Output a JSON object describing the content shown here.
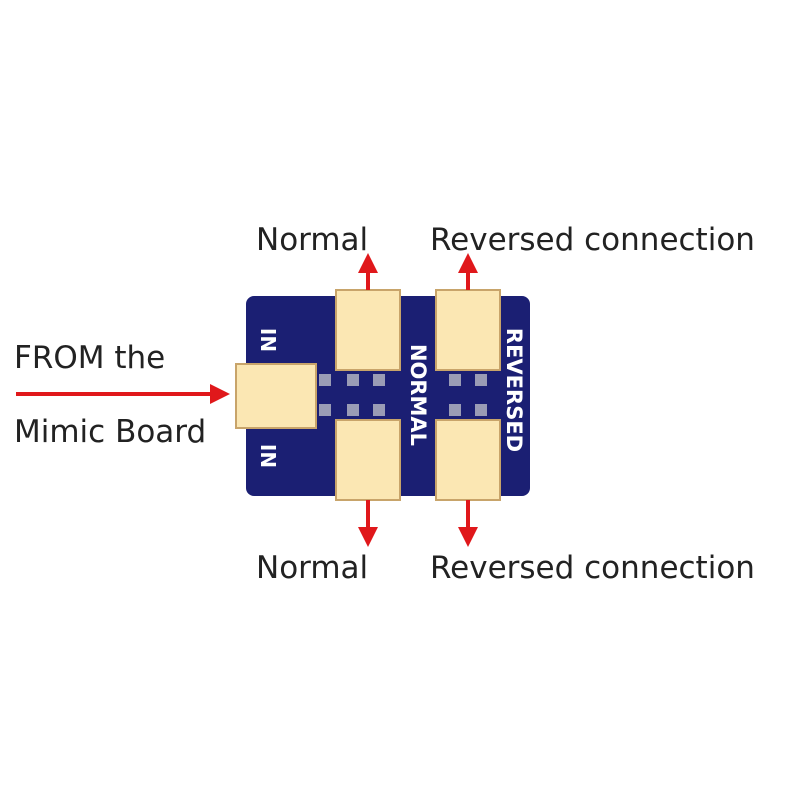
{
  "labels": {
    "from_line1": "FROM the",
    "from_line2": "Mimic Board",
    "top_left": "Normal",
    "top_right": "Reversed connection",
    "bottom_left": "Normal",
    "bottom_right": "Reversed connection"
  },
  "board": {
    "in_top": "IN",
    "in_bottom": "IN",
    "normal": "NORMAL",
    "reversed": "REVERSED"
  },
  "colors": {
    "board": "#1b1f73",
    "connector": "#fbe7b3",
    "connector_border": "#c8a46a",
    "arrow": "#e0181b",
    "pad": "#9a9cb5",
    "text": "#222222"
  }
}
